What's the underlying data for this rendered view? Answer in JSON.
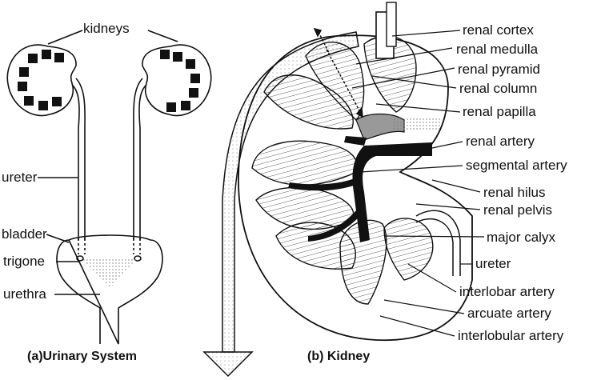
{
  "urinary_system": {
    "caption": "(a)Urinary System",
    "labels": {
      "kidneys": "kidneys",
      "ureter": "ureter",
      "bladder": "bladder",
      "trigone": "trigone",
      "urethra": "urethra"
    }
  },
  "kidney": {
    "caption": "(b) Kidney",
    "labels": [
      "renal cortex",
      "renal medulla",
      "renal pyramid",
      "renal column",
      "renal papilla",
      "renal artery",
      "segmental artery",
      "renal hilus",
      "renal pelvis",
      "major calyx",
      "ureter",
      "interlobar artery",
      "arcuate artery",
      "interlobular artery"
    ]
  },
  "colors": {
    "ink": "#111111",
    "artery": "#111111",
    "pelvis_stipple": "#bbbbbb",
    "background": "#ffffff"
  },
  "icons": [
    "zoom-arrow"
  ]
}
